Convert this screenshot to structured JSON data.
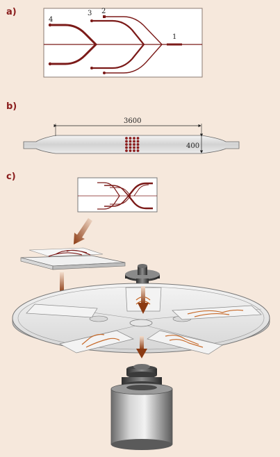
{
  "panels": {
    "a": {
      "label": "a)",
      "ports": [
        "1",
        "2",
        "3",
        "4"
      ]
    },
    "b": {
      "label": "b)",
      "length": "3600",
      "width": "400"
    },
    "c": {
      "label": "c)"
    }
  },
  "colors": {
    "background": "#f6e8dc",
    "channel": "#7b1a18",
    "arrow": "#8b3a12",
    "outline": "#555555"
  }
}
